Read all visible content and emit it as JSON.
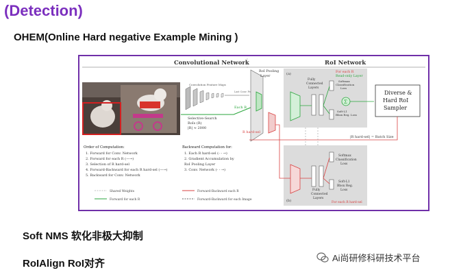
{
  "slide": {
    "title": "(Detection)",
    "subtitle": "OHEM(Online Hard negative Example Mining )",
    "notes": [
      "Soft NMS 软化非极大抑制",
      "RoIAlign RoI对齐"
    ]
  },
  "watermark": {
    "text": "Ai尚研修科研技术平台",
    "icon": "wechat-icon"
  },
  "figure": {
    "section_conv": "Convolutional Network",
    "section_roi": "RoI Network",
    "panel_a": "(a)",
    "panel_b": "(b)",
    "conv_maps": "Convolution Feature Maps",
    "last_conv": "Last Conv. Feature Map",
    "roi_pool": [
      "RoI Pooling",
      "Layer"
    ],
    "fc_a": [
      "Fully",
      "Connected",
      "Layers"
    ],
    "fc_b": [
      "Fully",
      "Connected",
      "Layers"
    ],
    "for_each_r": [
      "For each R",
      "Read-only Layer"
    ],
    "softmax_a": [
      "Softmax",
      "Classification",
      "Loss"
    ],
    "bbox_a": [
      "Soft-L1",
      "Bbox Reg. Loss"
    ],
    "softmax_b": [
      "Softmax",
      "Classification",
      "Loss"
    ],
    "bbox_b": [
      "Soft-L1",
      "Bbox Reg.",
      "Loss"
    ],
    "for_each_rhard": "For each R hard-sel",
    "sampler": [
      "Diverse &",
      "Hard RoI",
      "Sampler"
    ],
    "selective_search": [
      "Selective-Search",
      "RoIs (R)",
      "|R| ≈ 2000"
    ],
    "each_r": "Each R",
    "r_hard": "R hard-sel",
    "batch_size": "|R hard-sel| = Batch Size",
    "sum_symbol": "Σ",
    "order_title": "Order of Computation:",
    "order_items": [
      "1.  Forward for Conv. Network",
      "2.  Forward for each R (—→)",
      "3.  Selection of R hard-sel",
      "4.  Forward-Backward for each R hard-sel (—→)",
      "5.  Backward for Conv. Network"
    ],
    "backward_title": "Backward Computation for:",
    "backward_items": [
      "1.  Each R hard-sel (- - →)",
      "2.  Gradient Accumulation by",
      "     RoI Pooling Layer",
      "3.  Conv. Network (- - →)"
    ],
    "legend": [
      "Shared Weights",
      "Forward for each R",
      "Forward-Backward each R",
      "Forward-Backward for each Image"
    ]
  },
  "colors": {
    "title": "#7b2fbe",
    "frame": "#6f2fa8",
    "green_path": "#2aa63c",
    "red_path": "#d94040",
    "panel_gray": "#dcdcdc"
  }
}
